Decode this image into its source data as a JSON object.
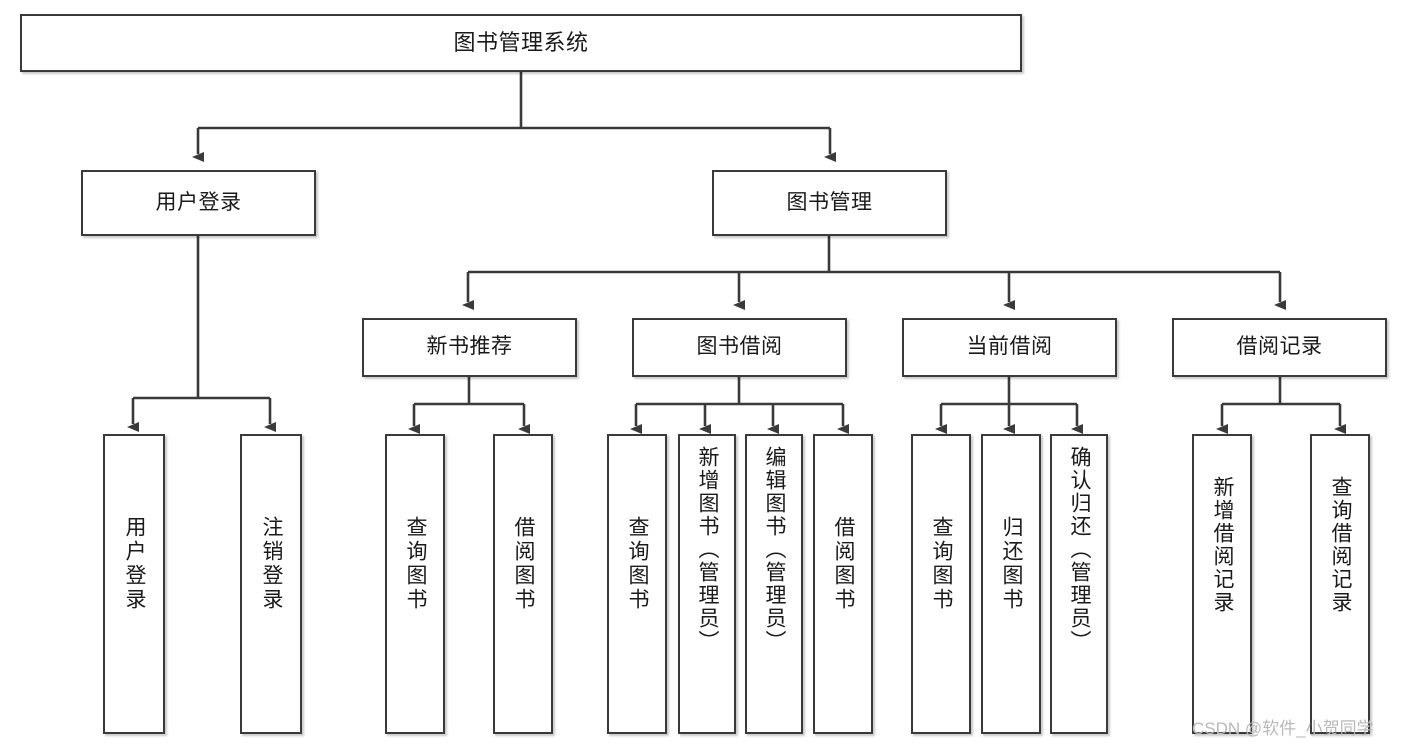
{
  "diagram": {
    "type": "tree",
    "orientation": "top-down",
    "title": "图书管理系统",
    "watermark": "CSDN @软件_小贺同学",
    "colors": {
      "box_border": "#3a3a3a",
      "box_fill": "#ffffff",
      "connector": "#3a3a3a",
      "text": "#1a1a1a",
      "watermark": "#b9b9b9",
      "background": "#ffffff"
    },
    "nodes": {
      "root": {
        "label": "图书管理系统"
      },
      "level2": [
        {
          "label": "用户登录"
        },
        {
          "label": "图书管理"
        }
      ],
      "level3": [
        {
          "label": "新书推荐"
        },
        {
          "label": "图书借阅"
        },
        {
          "label": "当前借阅"
        },
        {
          "label": "借阅记录"
        }
      ],
      "leaves": {
        "user_login": [
          {
            "label": "用户登录"
          },
          {
            "label": "注销登录"
          }
        ],
        "new_book": [
          {
            "label": "查询图书"
          },
          {
            "label": "借阅图书"
          }
        ],
        "book_borrow": [
          {
            "label": "查询图书"
          },
          {
            "label": "新增图书（管理员）"
          },
          {
            "label": "编辑图书（管理员）"
          },
          {
            "label": "借阅图书"
          }
        ],
        "current_borrow": [
          {
            "label": "查询图书"
          },
          {
            "label": "归还图书"
          },
          {
            "label": "确认归还（管理员）"
          }
        ],
        "borrow_record": [
          {
            "label": "新增借阅记录"
          },
          {
            "label": "查询借阅记录"
          }
        ]
      }
    }
  }
}
